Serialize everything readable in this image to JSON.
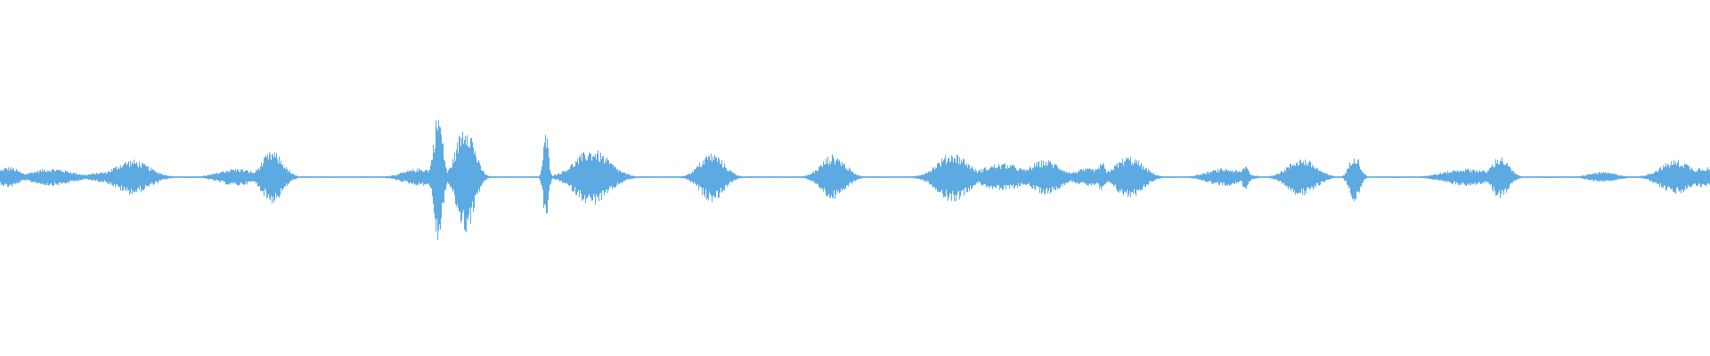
{
  "waveform": {
    "color": "#5DA9E2",
    "peak_level": 0.38,
    "bursts": [
      {
        "t": 0.005,
        "w": 0.006,
        "a": 0.06
      },
      {
        "t": 0.03,
        "w": 0.012,
        "a": 0.05
      },
      {
        "t": 0.062,
        "w": 0.01,
        "a": 0.03
      },
      {
        "t": 0.077,
        "w": 0.01,
        "a": 0.1
      },
      {
        "t": 0.138,
        "w": 0.01,
        "a": 0.05
      },
      {
        "t": 0.159,
        "w": 0.006,
        "a": 0.15
      },
      {
        "t": 0.246,
        "w": 0.01,
        "a": 0.05
      },
      {
        "t": 0.256,
        "w": 0.0025,
        "a": 0.38
      },
      {
        "t": 0.272,
        "w": 0.005,
        "a": 0.32
      },
      {
        "t": 0.319,
        "w": 0.0015,
        "a": 0.26
      },
      {
        "t": 0.346,
        "w": 0.01,
        "a": 0.16
      },
      {
        "t": 0.416,
        "w": 0.007,
        "a": 0.14
      },
      {
        "t": 0.487,
        "w": 0.007,
        "a": 0.13
      },
      {
        "t": 0.557,
        "w": 0.009,
        "a": 0.14
      },
      {
        "t": 0.586,
        "w": 0.012,
        "a": 0.08
      },
      {
        "t": 0.611,
        "w": 0.009,
        "a": 0.1
      },
      {
        "t": 0.637,
        "w": 0.01,
        "a": 0.05
      },
      {
        "t": 0.644,
        "w": 0.002,
        "a": 0.09
      },
      {
        "t": 0.66,
        "w": 0.008,
        "a": 0.12
      },
      {
        "t": 0.716,
        "w": 0.01,
        "a": 0.05
      },
      {
        "t": 0.728,
        "w": 0.002,
        "a": 0.07
      },
      {
        "t": 0.761,
        "w": 0.008,
        "a": 0.11
      },
      {
        "t": 0.792,
        "w": 0.003,
        "a": 0.14
      },
      {
        "t": 0.858,
        "w": 0.013,
        "a": 0.05
      },
      {
        "t": 0.877,
        "w": 0.005,
        "a": 0.12
      },
      {
        "t": 0.937,
        "w": 0.008,
        "a": 0.03
      },
      {
        "t": 0.98,
        "w": 0.009,
        "a": 0.1
      },
      {
        "t": 0.996,
        "w": 0.008,
        "a": 0.06
      }
    ]
  }
}
